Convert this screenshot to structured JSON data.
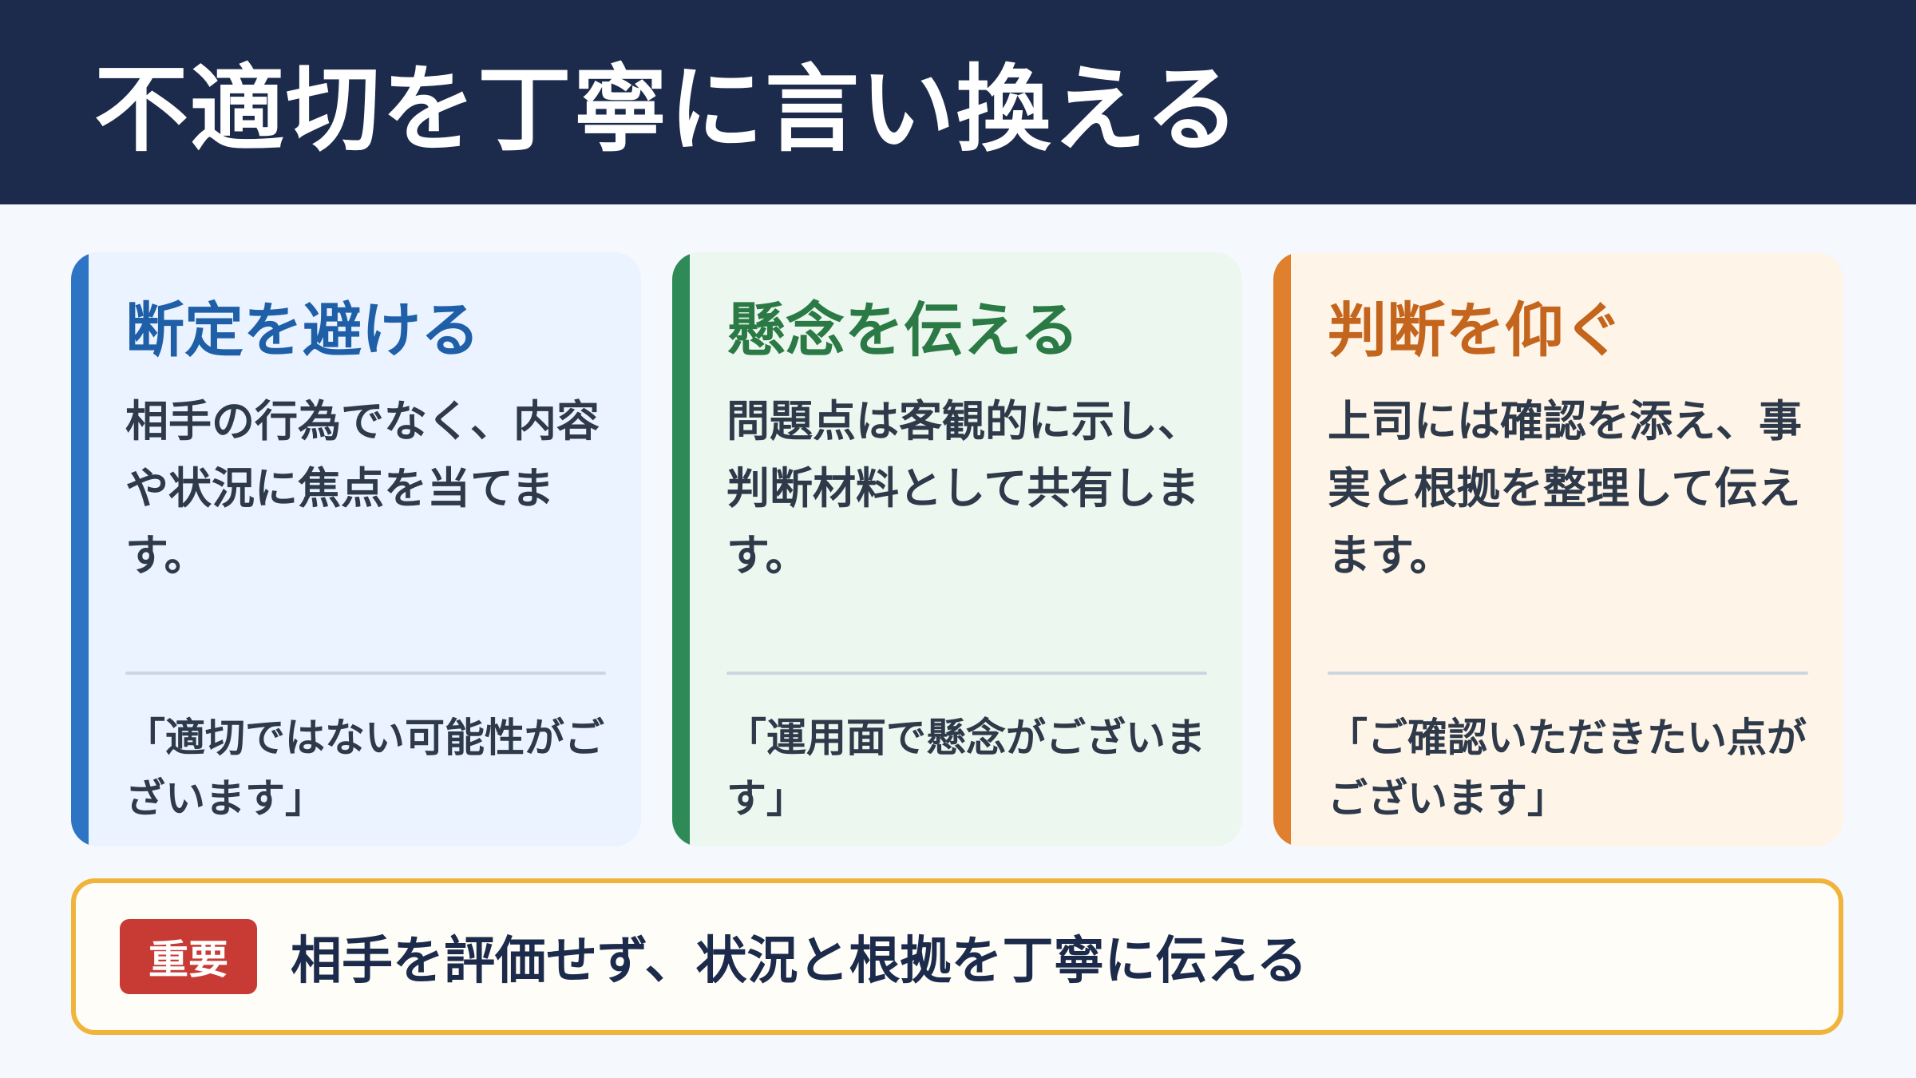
{
  "header": {
    "title": "不適切を丁寧に言い換える"
  },
  "cards": [
    {
      "title": "断定を避ける",
      "body": "相手の行為でなく、内容や状況に焦点を当てます。",
      "quote": "「適切ではない可能性がございます」",
      "accent": "#2e74c4"
    },
    {
      "title": "懸念を伝える",
      "body": "問題点は客観的に示し、判断材料として共有します。",
      "quote": "「運用面で懸念がございます」",
      "accent": "#2e8b57"
    },
    {
      "title": "判断を仰ぐ",
      "body": "上司には確認を添え、事実と根拠を整理して伝えます。",
      "quote": "「ご確認いただきたい点がございます」",
      "accent": "#e07f2c"
    }
  ],
  "note": {
    "badge": "重要",
    "text": "相手を評価せず、状況と根拠を丁寧に伝える",
    "border_color": "#f0b43a",
    "badge_color": "#c83a34"
  }
}
